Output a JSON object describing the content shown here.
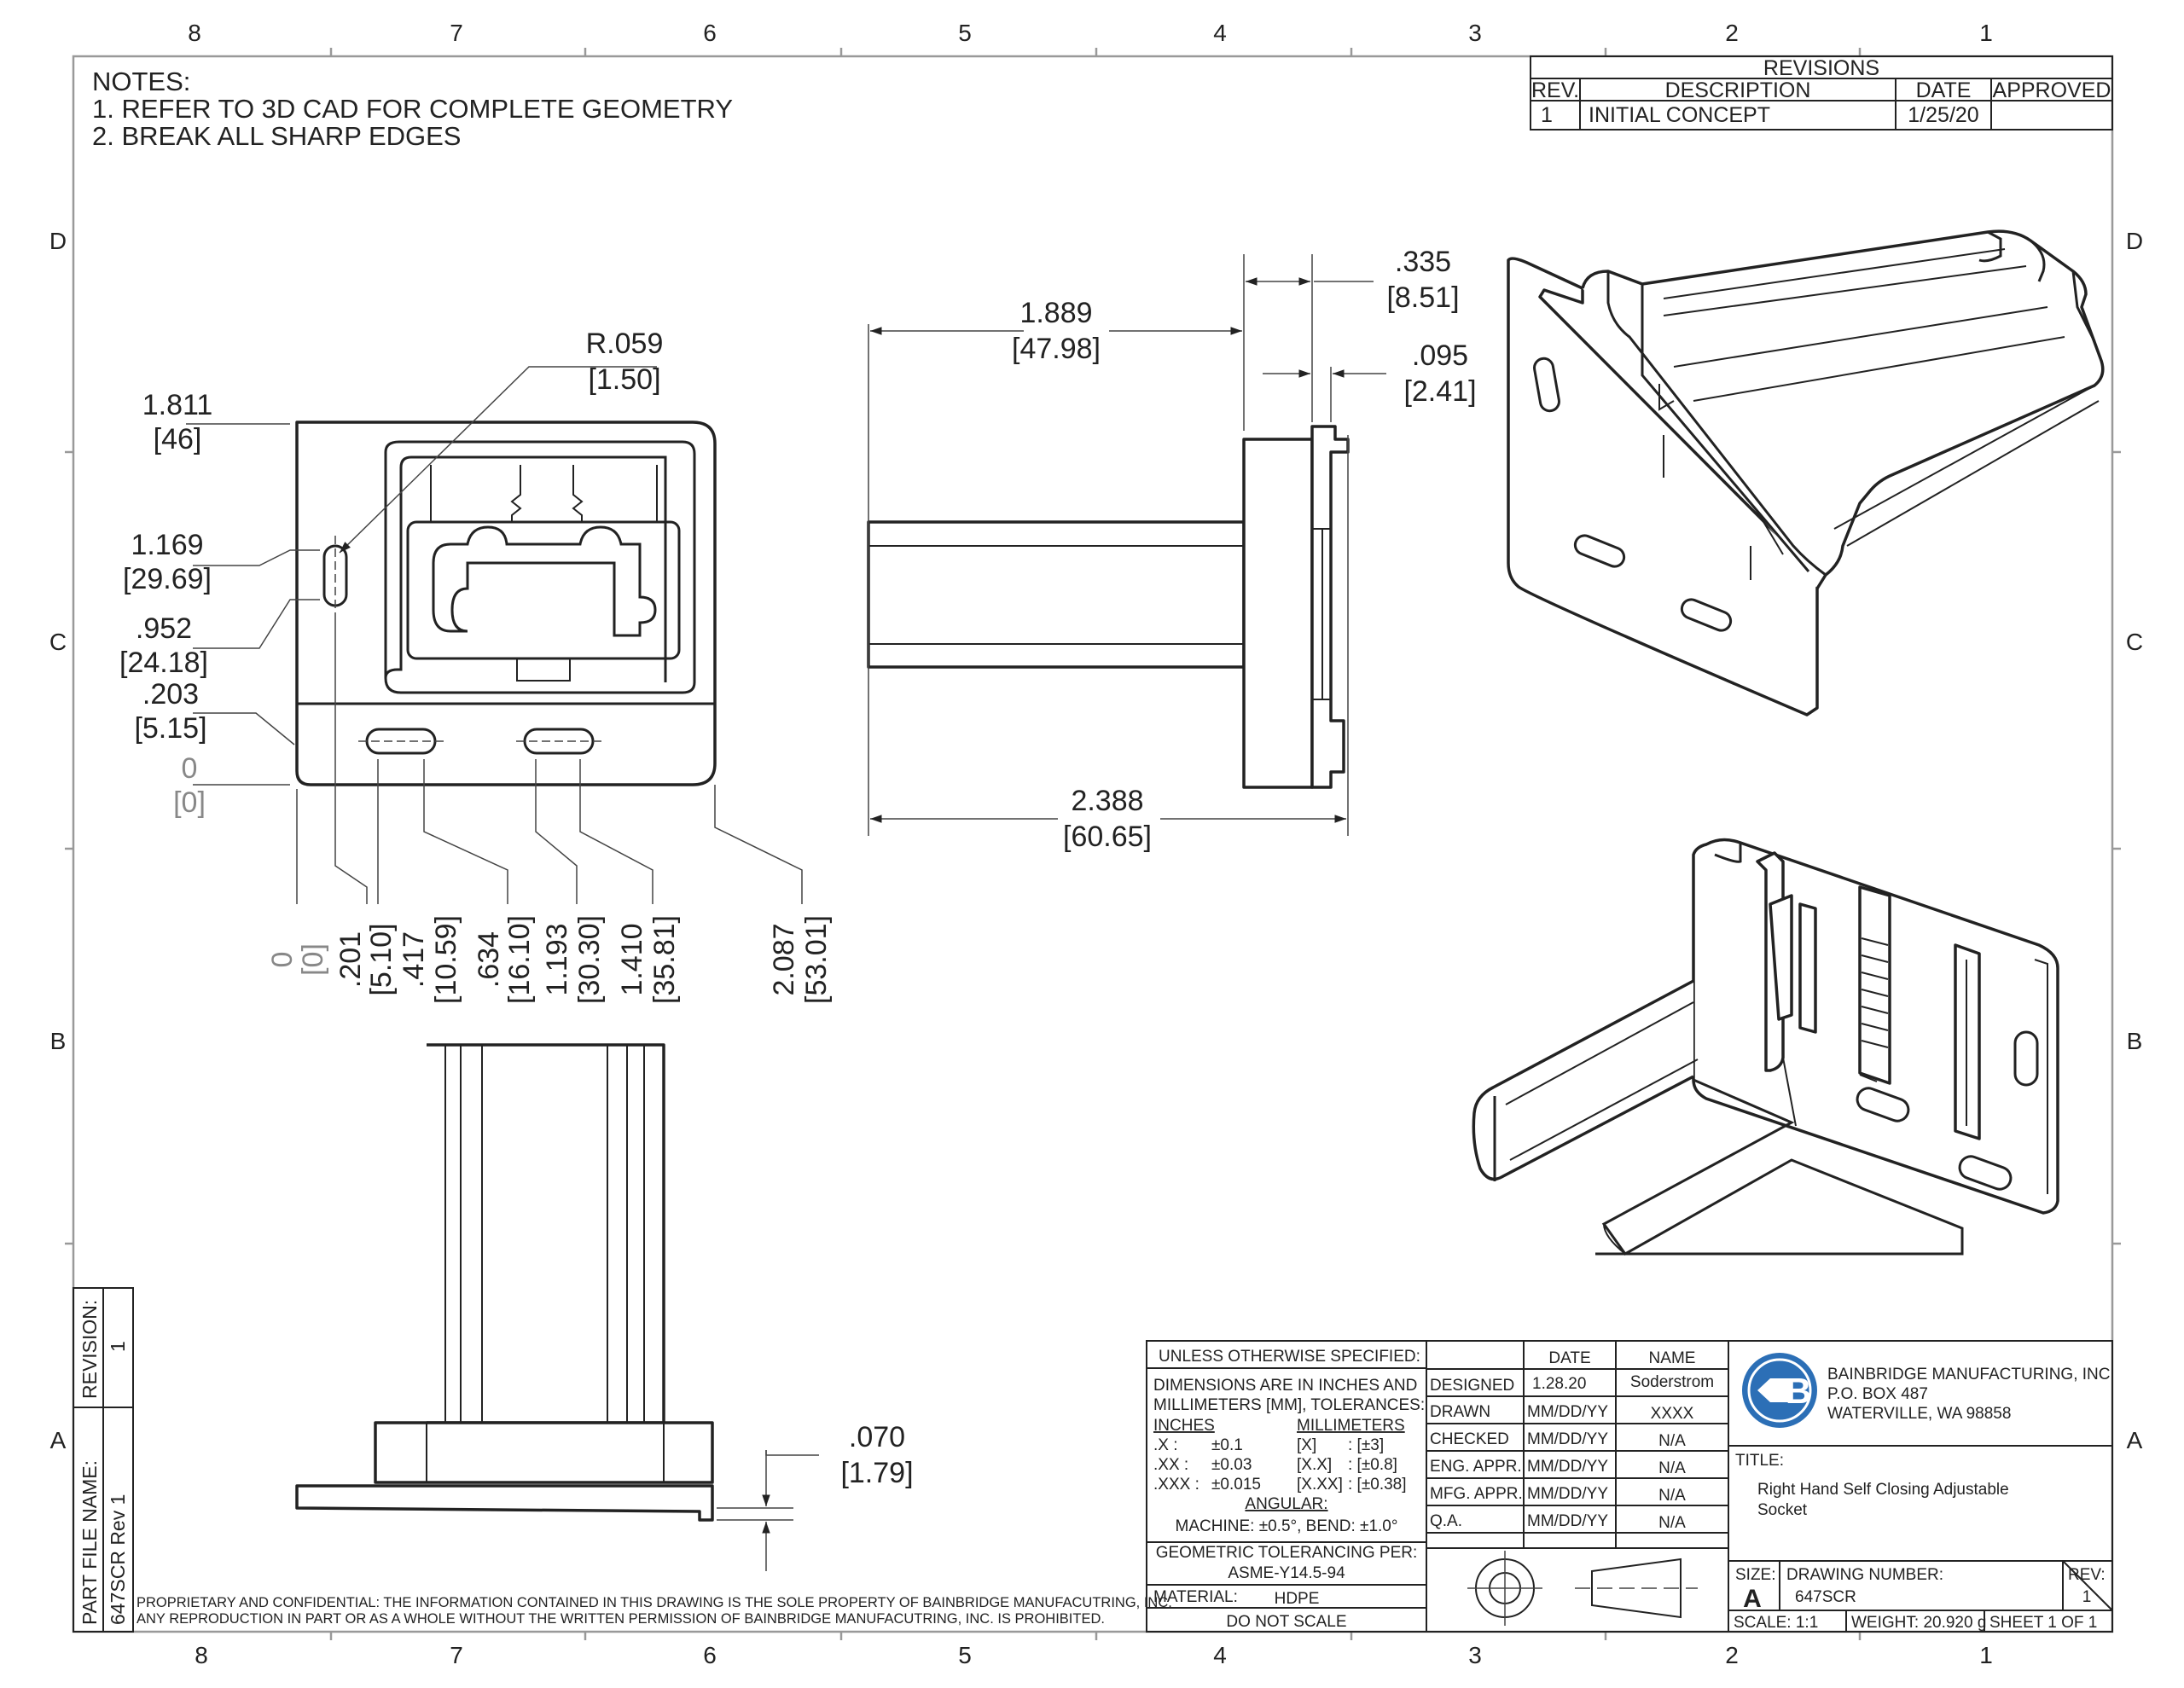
{
  "zones": {
    "columns_top": [
      "8",
      "7",
      "6",
      "5",
      "4",
      "3",
      "2",
      "1"
    ],
    "columns_bottom": [
      "8",
      "7",
      "6",
      "5",
      "4",
      "3",
      "2",
      "1"
    ],
    "rows": [
      "D",
      "C",
      "B",
      "A"
    ]
  },
  "notes": {
    "title": "NOTES:",
    "items": [
      "1.  REFER TO 3D CAD FOR COMPLETE GEOMETRY",
      "2.  BREAK ALL SHARP EDGES"
    ]
  },
  "revisions": {
    "title": "REVISIONS",
    "headers": [
      "REV.",
      "DESCRIPTION",
      "DATE",
      "APPROVED"
    ],
    "rows": [
      [
        "1",
        "INITIAL CONCEPT",
        "1/25/20",
        ""
      ]
    ]
  },
  "front_view": {
    "radius": {
      "in": "R.059",
      "mm": "[1.50]"
    },
    "left_dims": [
      {
        "in": "1.811",
        "mm": "[46]"
      },
      {
        "in": "1.169",
        "mm": "[29.69]"
      },
      {
        "in": ".952",
        "mm": "[24.18]"
      },
      {
        "in": ".203",
        "mm": "[5.15]"
      },
      {
        "in": "0",
        "mm": "[0]"
      }
    ],
    "bottom_dims": [
      {
        "in": "0",
        "mm": "[0]"
      },
      {
        "in": ".201",
        "mm": "[5.10]"
      },
      {
        "in": ".417",
        "mm": "[10.59]"
      },
      {
        "in": ".634",
        "mm": "[16.10]"
      },
      {
        "in": "1.193",
        "mm": "[30.30]"
      },
      {
        "in": "1.410",
        "mm": "[35.81]"
      },
      {
        "in": "2.087",
        "mm": "[53.01]"
      }
    ]
  },
  "side_view": {
    "dims": [
      {
        "in": "1.889",
        "mm": "[47.98]"
      },
      {
        "in": ".335",
        "mm": "[8.51]"
      },
      {
        "in": ".095",
        "mm": "[2.41]"
      },
      {
        "in": "2.388",
        "mm": "[60.65]"
      }
    ]
  },
  "top_view": {
    "dims": [
      {
        "in": ".070",
        "mm": "[1.79]"
      }
    ]
  },
  "side_panel": {
    "revision_label": "REVISION:",
    "revision_value": "1",
    "file_label": "PART FILE NAME:",
    "file_value": "647SCR Rev 1"
  },
  "proprietary": [
    "PROPRIETARY AND CONFIDENTIAL: THE INFORMATION CONTAINED IN THIS DRAWING IS THE SOLE PROPERTY OF BAINBRIDGE MANUFACUTRING, INC.",
    "ANY REPRODUCTION IN PART OR AS A WHOLE WITHOUT THE WRITTEN PERMISSION OF BAINBRIDGE MANUFACUTRING, INC. IS PROHIBITED."
  ],
  "title_block": {
    "unless": "UNLESS OTHERWISE SPECIFIED:",
    "dims_line1": "DIMENSIONS ARE IN INCHES AND",
    "dims_line2": "MILLIMETERS [MM], TOLERANCES:",
    "inches_label": "INCHES",
    "mm_label": "MILLIMETERS",
    "tolerances": [
      {
        "p": ".X :",
        "v": "±0.1",
        "mp": "[X]",
        "mv": ": [±3]"
      },
      {
        "p": ".XX :",
        "v": "±0.03",
        "mp": "[X.X]",
        "mv": ": [±0.8]"
      },
      {
        "p": ".XXX :",
        "v": "±0.015",
        "mp": "[X.XX]",
        "mv": ": [±0.38]"
      }
    ],
    "angular_label": "ANGULAR:",
    "angular_value": "MACHINE: ±0.5°, BEND: ±1.0°",
    "gdt_label": "GEOMETRIC TOLERANCING PER:",
    "gdt_value": "ASME-Y14.5-94",
    "material_label": "MATERIAL:",
    "material_value": "HDPE",
    "do_not_scale": "DO NOT SCALE",
    "approvals_headers": [
      "DATE",
      "NAME"
    ],
    "approvals": [
      {
        "role": "DESIGNED",
        "date": "1.28.20",
        "name": "Soderstrom"
      },
      {
        "role": "DRAWN",
        "date": "MM/DD/YY",
        "name": "XXXX"
      },
      {
        "role": "CHECKED",
        "date": "MM/DD/YY",
        "name": "N/A"
      },
      {
        "role": "ENG. APPR.",
        "date": "MM/DD/YY",
        "name": "N/A"
      },
      {
        "role": "MFG. APPR.",
        "date": "MM/DD/YY",
        "name": "N/A"
      },
      {
        "role": "Q.A.",
        "date": "MM/DD/YY",
        "name": "N/A"
      }
    ],
    "company": [
      "BAINBRIDGE MANUFACTURING, INC",
      "P.O. BOX 487",
      "WATERVILLE, WA 98858"
    ],
    "logo_text": "B",
    "title_label": "TITLE:",
    "title_lines": [
      "Right Hand Self Closing Adjustable",
      "Socket"
    ],
    "size_label": "SIZE:",
    "size_value": "A",
    "drawing_number_label": "DRAWING NUMBER:",
    "drawing_number": "647SCR",
    "rev_label": "REV:",
    "rev_value": "1",
    "scale": "SCALE: 1:1",
    "weight": "WEIGHT: 20.920 g",
    "sheet": "SHEET 1 OF 1"
  }
}
